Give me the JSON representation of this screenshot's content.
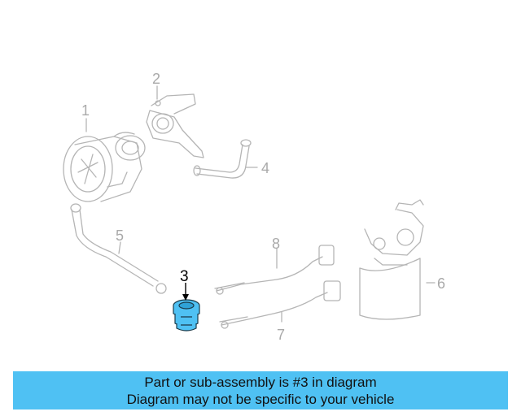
{
  "diagram": {
    "callouts": {
      "c1": "1",
      "c2": "2",
      "c3": "3",
      "c4": "4",
      "c5": "5",
      "c6": "6",
      "c7": "7",
      "c8": "8"
    },
    "selected_part": "3",
    "highlight_color": "#4fc1f3",
    "line_color": "#b5b5b5"
  },
  "banner": {
    "line1": "Part or sub-assembly is #3 in diagram",
    "line2": "Diagram may not be specific to your vehicle",
    "background": "#4fc1f3"
  }
}
